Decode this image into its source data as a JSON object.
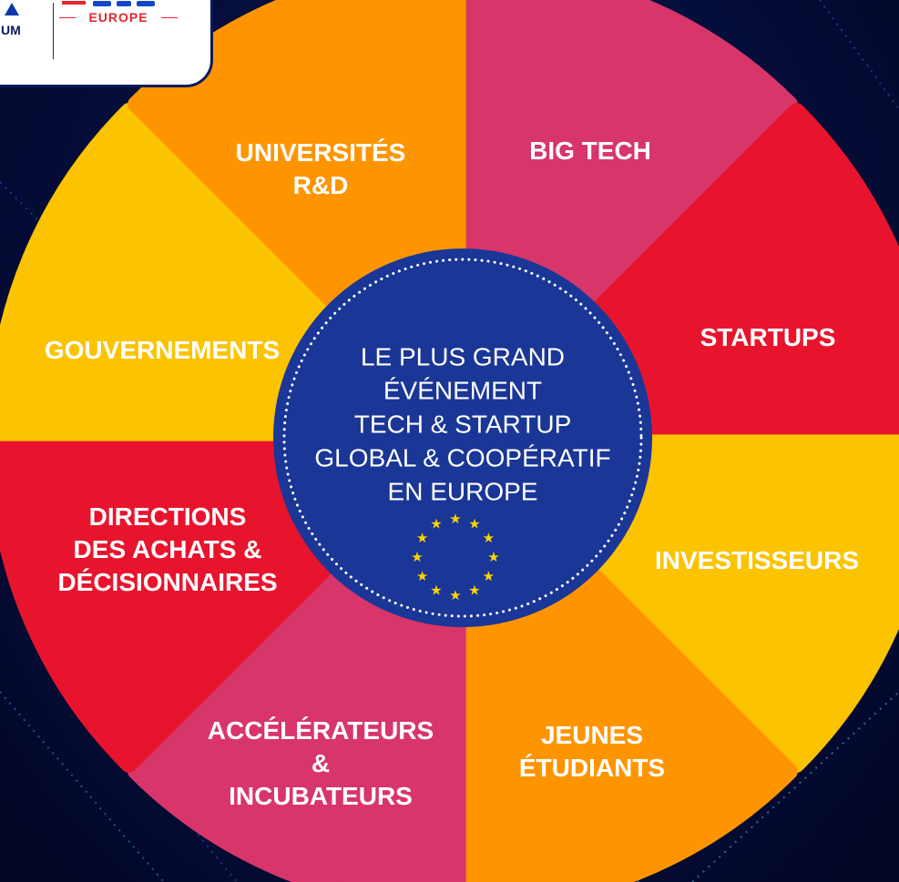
{
  "logo": {
    "left_text": "UM",
    "right_text": "EUROPE"
  },
  "center": {
    "lines": [
      "LE PLUS GRAND",
      "ÉVÉNEMENT",
      "TECH & STARTUP",
      "GLOBAL & COOPÉRATIF",
      "EN EUROPE"
    ],
    "emblem": "eu-flag-stars-icon"
  },
  "segments": [
    {
      "id": "big-tech",
      "lines": [
        "BIG TECH"
      ],
      "color": "#d8356b"
    },
    {
      "id": "startups",
      "lines": [
        "STARTUPS"
      ],
      "color": "#e8142d"
    },
    {
      "id": "investisseurs",
      "lines": [
        "INVESTISSEURS"
      ],
      "color": "#fbc300"
    },
    {
      "id": "jeunes-etudiants",
      "lines": [
        "JEUNES",
        "ÉTUDIANTS"
      ],
      "color": "#fe9500"
    },
    {
      "id": "accelerateurs",
      "lines": [
        "ACCÉLÉRATEURS",
        "&",
        "INCUBATEURS"
      ],
      "color": "#d8356b"
    },
    {
      "id": "directions",
      "lines": [
        "DIRECTIONS",
        "DES ACHATS &",
        "DÉCISIONNAIRES"
      ],
      "color": "#e8142d"
    },
    {
      "id": "gouvernements",
      "lines": [
        "GOUVERNEMENTS"
      ],
      "color": "#fbc300"
    },
    {
      "id": "universites",
      "lines": [
        "UNIVERSITÉS",
        "R&D"
      ],
      "color": "#fe9500"
    }
  ],
  "colors": {
    "background": "#061044",
    "center_fill": "#1a3696",
    "star": "#ffd400"
  }
}
